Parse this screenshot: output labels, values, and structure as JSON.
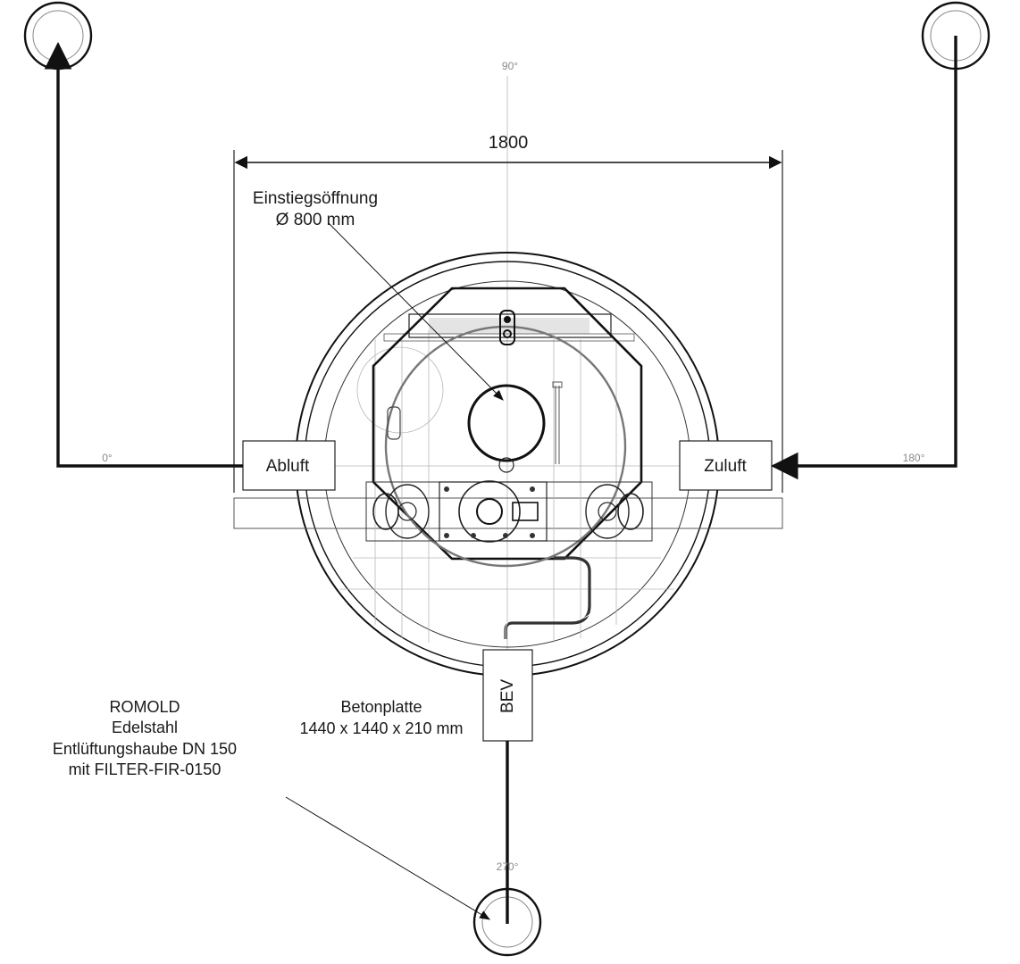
{
  "dimension": {
    "width_label": "1800"
  },
  "angles": {
    "top": "90°",
    "left": "0°",
    "right": "180°",
    "bottom": "270°"
  },
  "opening": {
    "line1": "Einstiegsöffnung",
    "line2": "Ø 800 mm"
  },
  "ports": {
    "left": "Abluft",
    "right": "Zuluft",
    "bottom": "BEV"
  },
  "slab": {
    "line1": "Betonplatte",
    "line2": "1440 x 1440 x 210 mm"
  },
  "vent_hood": {
    "line1": "ROMOLD",
    "line2": "Edelstahl",
    "line3": "Entlüftungshaube DN 150",
    "line4": "mit FILTER-FIR-0150"
  }
}
